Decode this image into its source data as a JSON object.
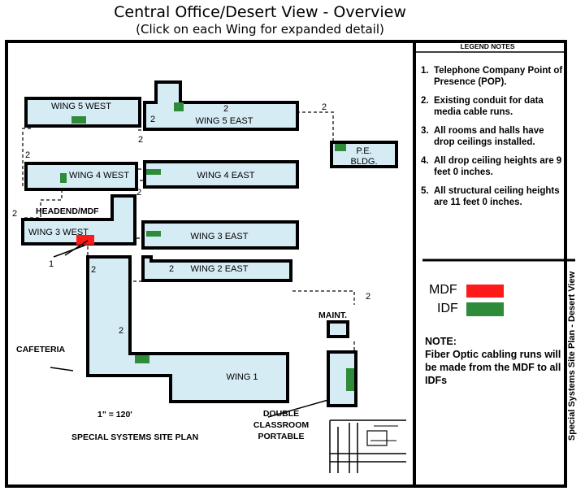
{
  "header": {
    "title": "Central Office/Desert View - Overview",
    "subtitle": "(Click on each Wing for expanded detail)"
  },
  "wings": {
    "wing5west": "WING 5  WEST",
    "wing5east": "WING 5 EAST",
    "wing4west": "WING 4 WEST",
    "wing4east": "WING 4 EAST",
    "wing3west": "WING 3 WEST",
    "wing3east": "WING 3 EAST",
    "wing2east": "WING 2 EAST",
    "wing1": "WING 1",
    "pe_line1": "P.E.",
    "pe_line2": "BLDG."
  },
  "map_labels": {
    "headend": "HEADEND/MDF",
    "cafeteria": "CAFETERIA",
    "maint": "MAINT.",
    "double_l1": "DOUBLE",
    "double_l2": "CLASSROOM",
    "double_l3": "PORTABLE",
    "scale": "1\" = 120'",
    "site_plan": "SPECIAL SYSTEMS SITE PLAN",
    "callout_1": "1",
    "callout_2": "2"
  },
  "legend": {
    "heading": "LEGEND NOTES",
    "notes": [
      {
        "num": "1.",
        "text": "Telephone Company Point  of Presence (POP)."
      },
      {
        "num": "2.",
        "text": "Existing conduit for data media cable runs."
      },
      {
        "num": "3.",
        "text": "All rooms and halls have drop ceilings installed."
      },
      {
        "num": "4.",
        "text": "All drop ceiling heights are 9 feet 0 inches."
      },
      {
        "num": "5.",
        "text": "All structural ceiling heights are 11 feet 0 inches."
      }
    ],
    "mdf_label": "MDF",
    "idf_label": "IDF",
    "mdf_color": "#ff1a1a",
    "idf_color": "#2e8b3a",
    "note_title": "NOTE:",
    "note_text": "Fiber Optic cabling runs will be made from the MDF to all IDFs",
    "vertical_caption": "Special Systems Site Plan - Desert View"
  },
  "colors": {
    "building_fill": "#d6ecf5",
    "outline": "#000000"
  }
}
